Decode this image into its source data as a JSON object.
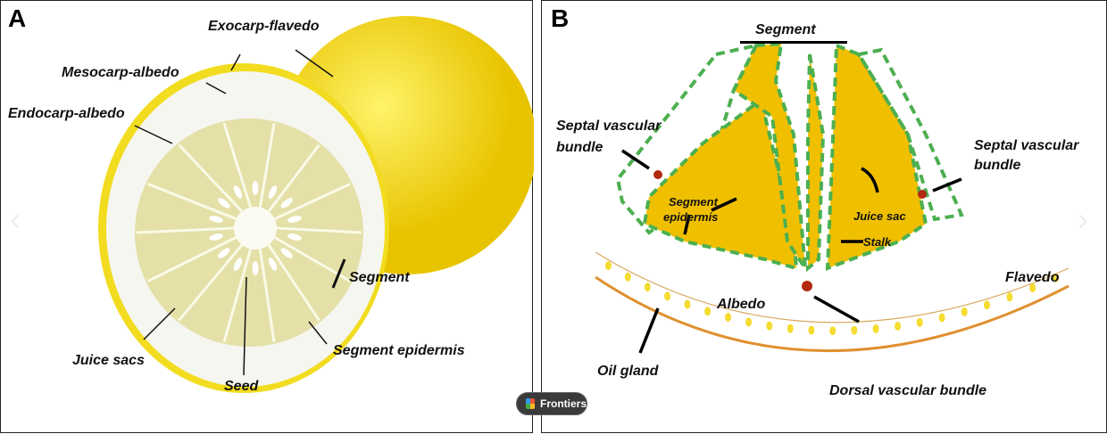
{
  "panel_a": {
    "letter": "A",
    "labels": {
      "exocarp": "Exocarp-flavedo",
      "mesocarp": "Mesocarp-albedo",
      "endocarp": "Endocarp-albedo",
      "segment": "Segment",
      "juice_sacs": "Juice sacs",
      "segment_epidermis": "Segment epidermis",
      "seed": "Seed"
    }
  },
  "panel_b": {
    "letter": "B",
    "labels": {
      "segment": "Segment",
      "septal_left_1": "Septal vascular",
      "septal_left_2": "bundle",
      "septal_right_1": "Septal vascular",
      "septal_right_2": "bundle",
      "seg_epi_1": "Segment",
      "seg_epi_2": "epidermis",
      "juice_sac": "Juice sac",
      "stalk": "Stalk",
      "flavedo": "Flavedo",
      "albedo": "Albedo",
      "oil_gland": "Oil gland",
      "dorsal": "Dorsal vascular bundle"
    }
  },
  "badge": {
    "label": "Frontiers"
  },
  "colors": {
    "pulp": "#f0c000",
    "membrane": "#4caf50",
    "bundle": "#b22a10",
    "peel": "#f4d800"
  }
}
